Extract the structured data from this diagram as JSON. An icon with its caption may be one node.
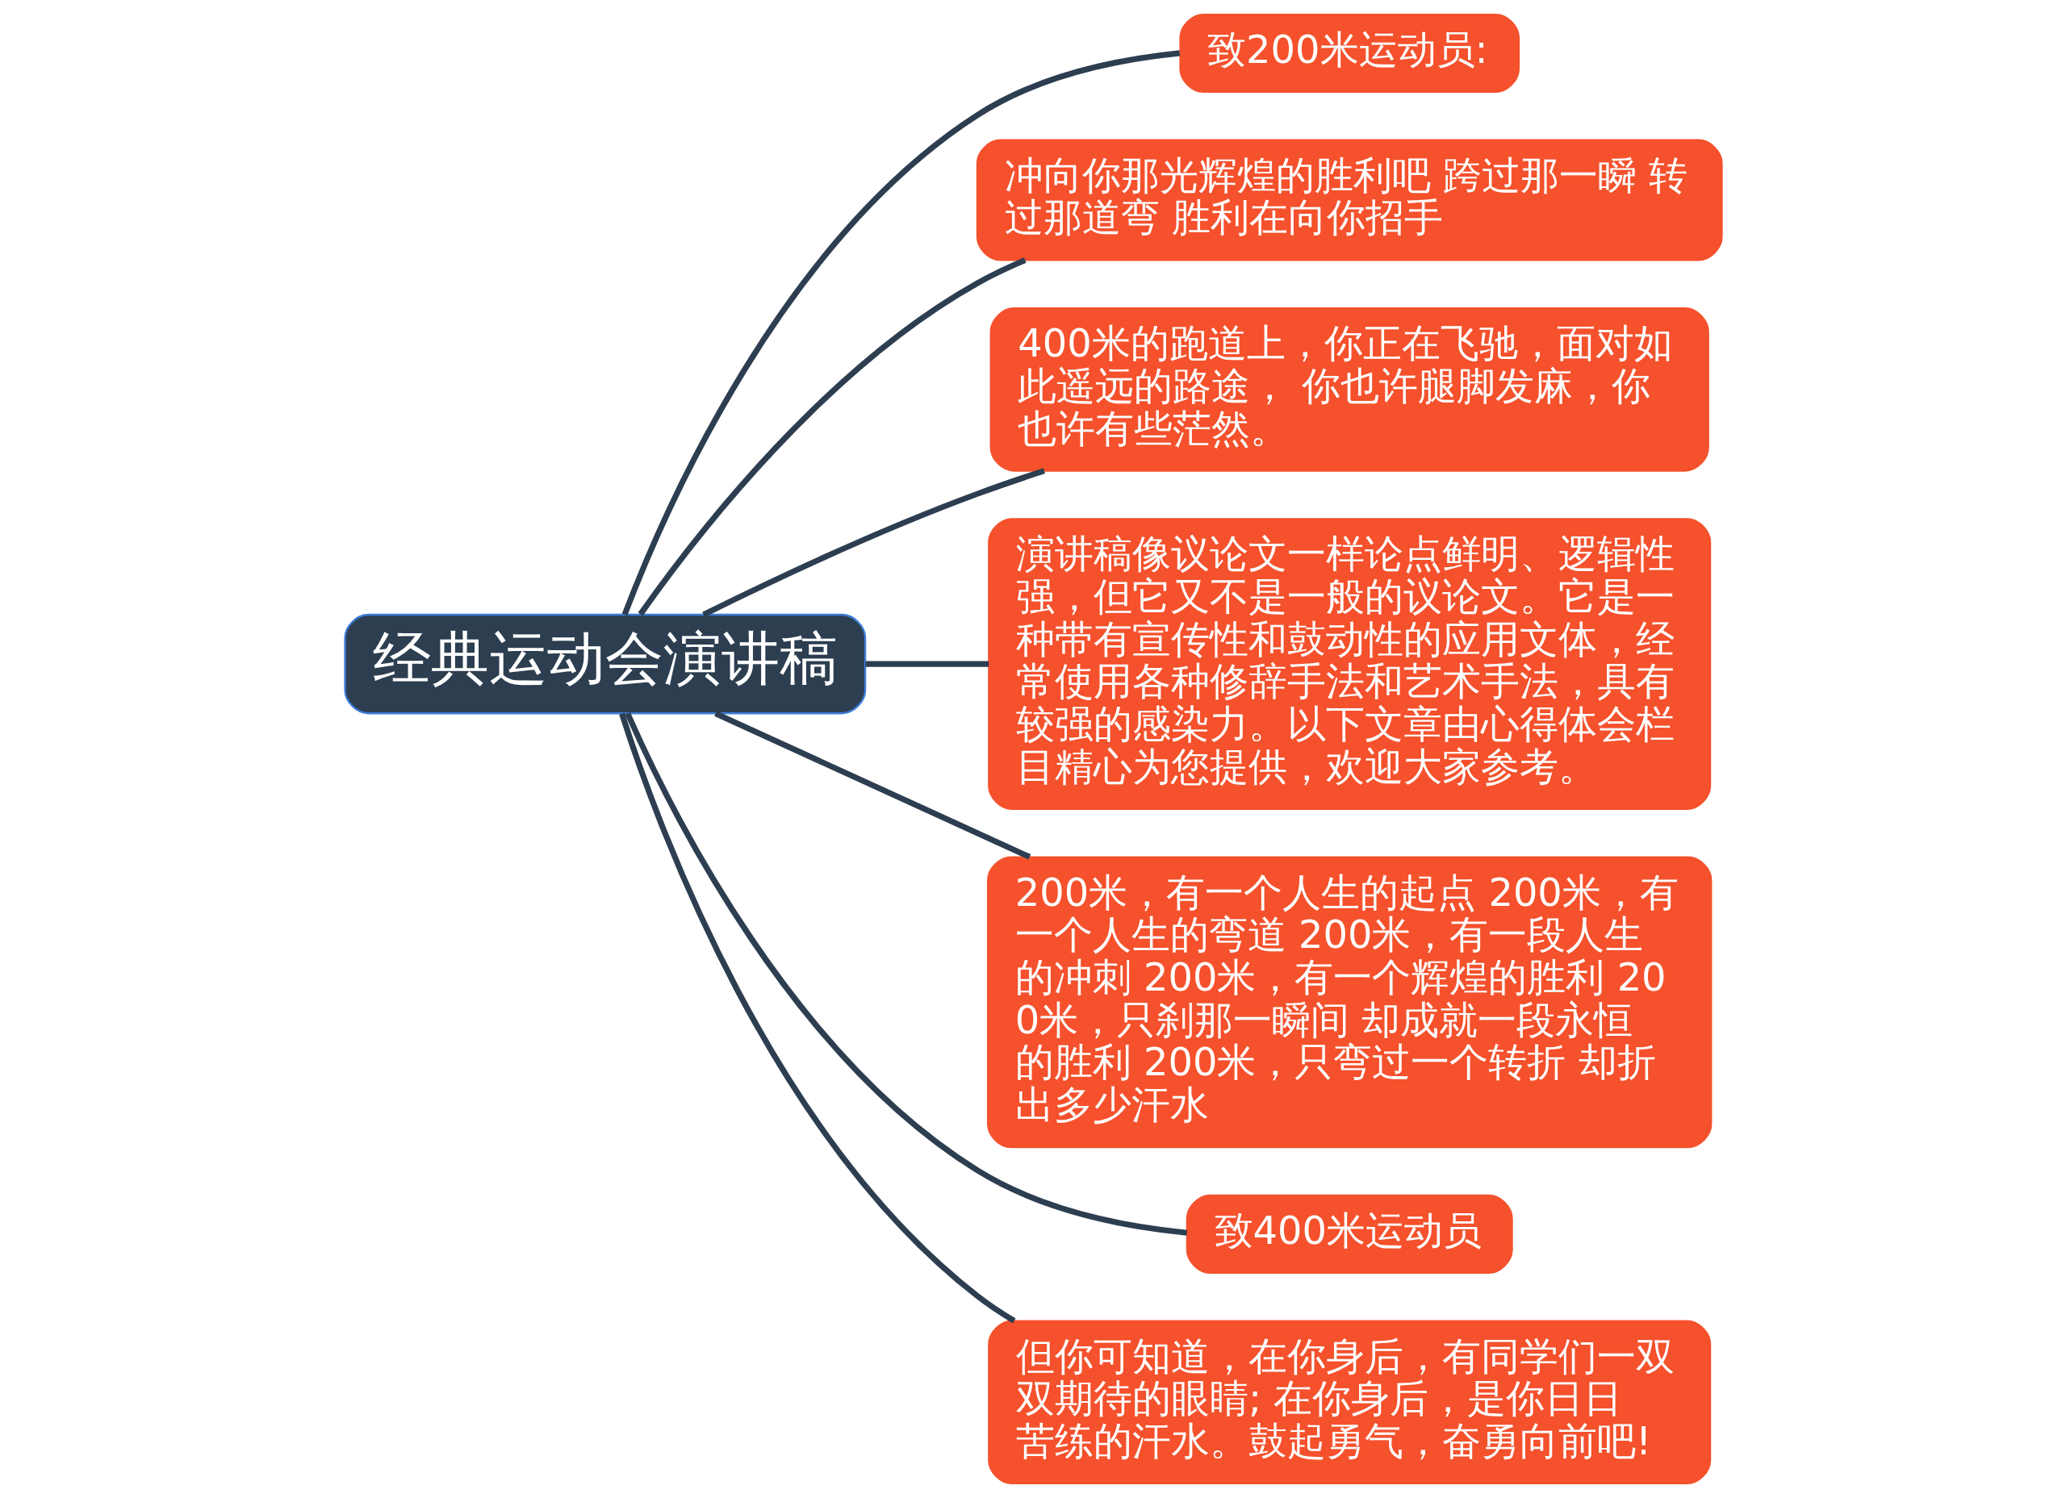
{
  "diagram": {
    "nodes": [
      {
        "text": [
          "经典运动会演讲稿"
        ]
      },
      {
        "text": [
          "致200米运动员:"
        ]
      },
      {
        "text": [
          "冲向你那光辉煌的胜利吧 跨过那一瞬 转过那道弯 胜利在向你招手"
        ]
      },
      {
        "text": [
          "400米的跑道上，你正在飞驰，面对如此遥远的路途， 你也许腿脚发麻，你也许有些茫然。"
        ]
      },
      {
        "text": [
          "演讲稿像议论文一样论点鲜明、逻辑性强，但它又不是一般的议论文。它是一种带有宣传性和鼓动性的应用文体，经常使用各种修辞手法和艺术手法，具有较强的感染力。以下文章由心得体会栏目精心为您提供，欢迎大家参考。"
        ]
      },
      {
        "text": [
          "200米，有一个人生的起点 200米，有一个人生的弯道 200米，有一段人生的冲刺 200米，有一个辉煌的胜利 200米，只刹那一瞬间 却成就一段永恒的胜利 200米，只弯过一个转折 却折出多少汗水"
        ]
      },
      {
        "text": [
          "致400米运动员"
        ]
      },
      {
        "text": [
          "但你可知道，在你身后，有同学们一双双期待的眼睛; 在你身后，是你日日苦练的汗水。鼓起勇气，奋勇向前吧!"
        ]
      }
    ],
    "edges": [
      {
        "from": 0,
        "to": 1,
        "arrow": "none"
      },
      {
        "from": 0,
        "to": 2,
        "arrow": "none"
      },
      {
        "from": 0,
        "to": 3,
        "arrow": "none"
      },
      {
        "from": 0,
        "to": 4,
        "arrow": "none"
      },
      {
        "from": 0,
        "to": 5,
        "arrow": "none"
      },
      {
        "from": 0,
        "to": 6,
        "arrow": "none"
      },
      {
        "from": 0,
        "to": 7,
        "arrow": "none"
      }
    ]
  }
}
